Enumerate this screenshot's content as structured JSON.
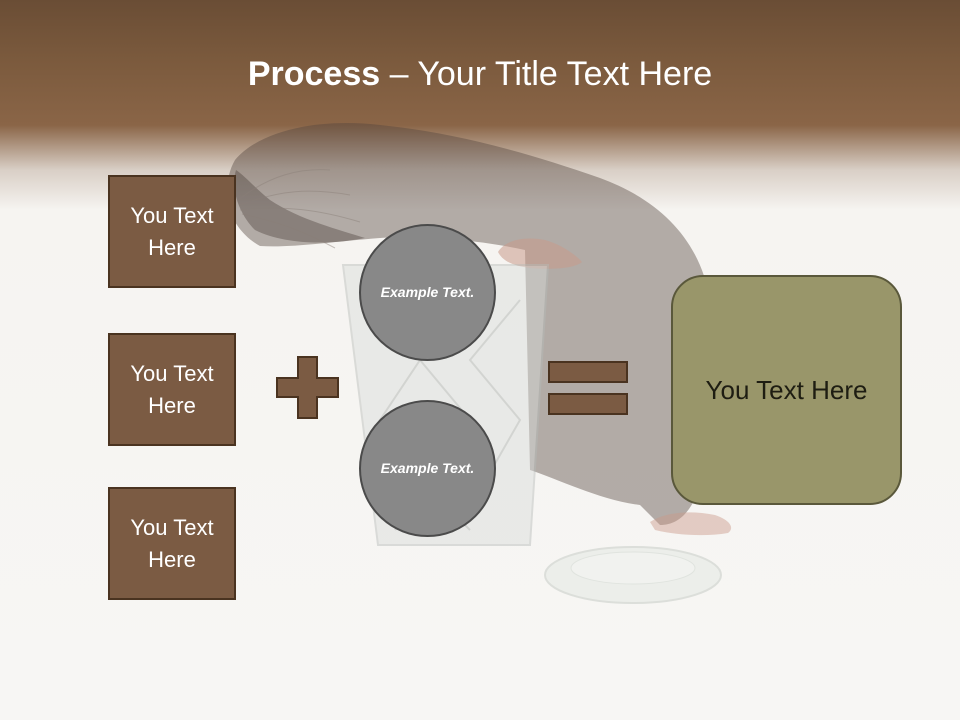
{
  "title": {
    "bold": "Process",
    "rest": " – Your Title Text Here"
  },
  "left_boxes": [
    {
      "label": "You Text Here"
    },
    {
      "label": "You Text Here"
    },
    {
      "label": "You Text Here"
    }
  ],
  "circles": [
    {
      "label": "Example Text."
    },
    {
      "label": "Example Text."
    }
  ],
  "result": {
    "label": "You Text Here"
  },
  "colors": {
    "header_brown": "#7b5a3d",
    "box_fill": "#7b5b43",
    "circle_fill": "#888888",
    "result_fill": "#99966a"
  },
  "icons": {
    "plus": "plus-icon",
    "equals": "equals-icon"
  }
}
